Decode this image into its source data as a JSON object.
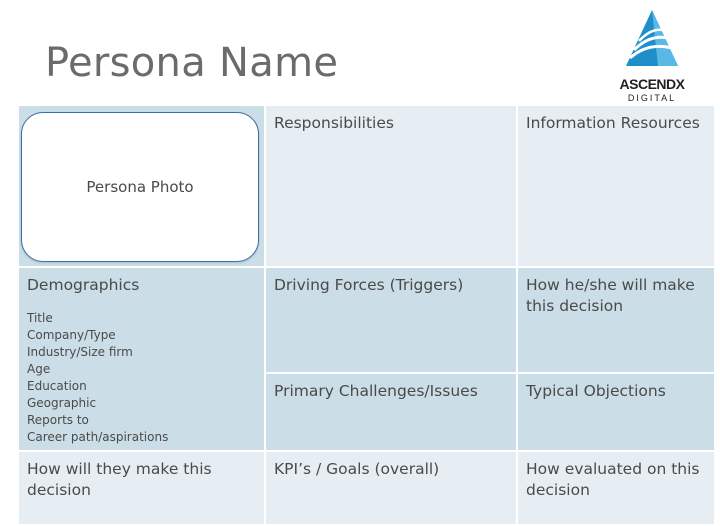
{
  "title": "Persona Name",
  "logo": {
    "name": "ASCENDX",
    "sub": "DIGITAL"
  },
  "photo_label": "Persona Photo",
  "cells": {
    "responsibilities": "Responsibilities",
    "information_resources": "Information Resources",
    "demographics": "Demographics",
    "demographics_items": [
      "Title",
      "Company/Type",
      "Industry/Size firm",
      "Age",
      "Education",
      "Geographic",
      "Reports to",
      "Career path/aspirations"
    ],
    "driving_forces": "Driving Forces (Triggers)",
    "how_decision": "How he/she will make this decision",
    "primary_challenges": "Primary Challenges/Issues",
    "typical_objections": "Typical Objections",
    "how_will_they": "How will they make this decision",
    "kpis": "KPI’s / Goals (overall)",
    "how_evaluated": "How evaluated on this decision"
  },
  "colors": {
    "light_cell": "#e7eef3",
    "dark_cell": "#cbdde6",
    "frame_border": "#3b6fa8",
    "logo_blue": "#1f8fc9"
  }
}
